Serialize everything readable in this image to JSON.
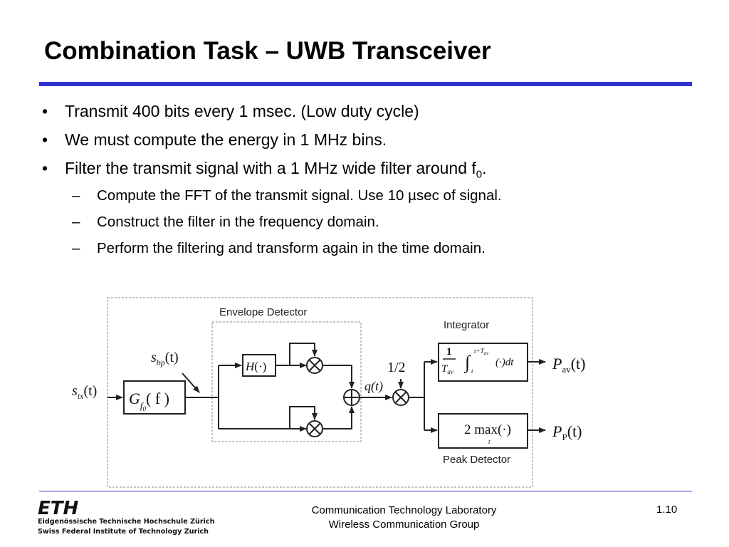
{
  "slide": {
    "title": "Combination Task – UWB Transceiver",
    "bullets": [
      "Transmit 400 bits every 1 msec. (Low duty cycle)",
      "We must compute the energy in 1 MHz bins.",
      "Filter the transmit signal with a 1 MHz wide filter around f"
    ],
    "bullet3_sub": "0",
    "bullet3_end": ".",
    "sub_bullets": [
      "Compute the FFT of the transmit signal. Use 10 µsec of signal.",
      "Construct the filter in the frequency domain.",
      "Perform the filtering and transform again in the time domain."
    ],
    "bullet_mark": "•",
    "sub_bullet_mark": "–"
  },
  "diagram": {
    "envelope_detector_label": "Envelope Detector",
    "integrator_label": "Integrator",
    "peak_detector_label": "Peak Detector",
    "input_signal": {
      "s": "s",
      "sub": "tx",
      "arg": "(t)"
    },
    "bandpass_signal": {
      "s": "s",
      "sub": "bp",
      "arg": "(t)"
    },
    "filter_block": {
      "g": "G",
      "sub": "f",
      "subsub": "0",
      "arg": "( f )"
    },
    "hilbert_block": {
      "h": "H",
      "arg": "(·)"
    },
    "q_signal": "q(t)",
    "gain": "1/2",
    "integrator_block": {
      "num": "1",
      "den": "T",
      "den_sub": "av",
      "integral": "∫",
      "upper": "t+T",
      "upper_sub": "av",
      "lower": "t",
      "body": "(·)dt"
    },
    "peak_block": {
      "text": "2 max(·)",
      "under": "t"
    },
    "out_av": {
      "p": "P",
      "sub": "av",
      "arg": "(t)"
    },
    "out_p": {
      "p": "P",
      "sub": "P",
      "arg": "(t)"
    }
  },
  "footer": {
    "logo_text": "ETH",
    "inst_line1": "Eidgenössische Technische Hochschule Zürich",
    "inst_line2": "Swiss Federal Institute of Technology Zurich",
    "lab": "Communication Technology Laboratory",
    "group": "Wireless Communication Group",
    "page": "1.10"
  }
}
